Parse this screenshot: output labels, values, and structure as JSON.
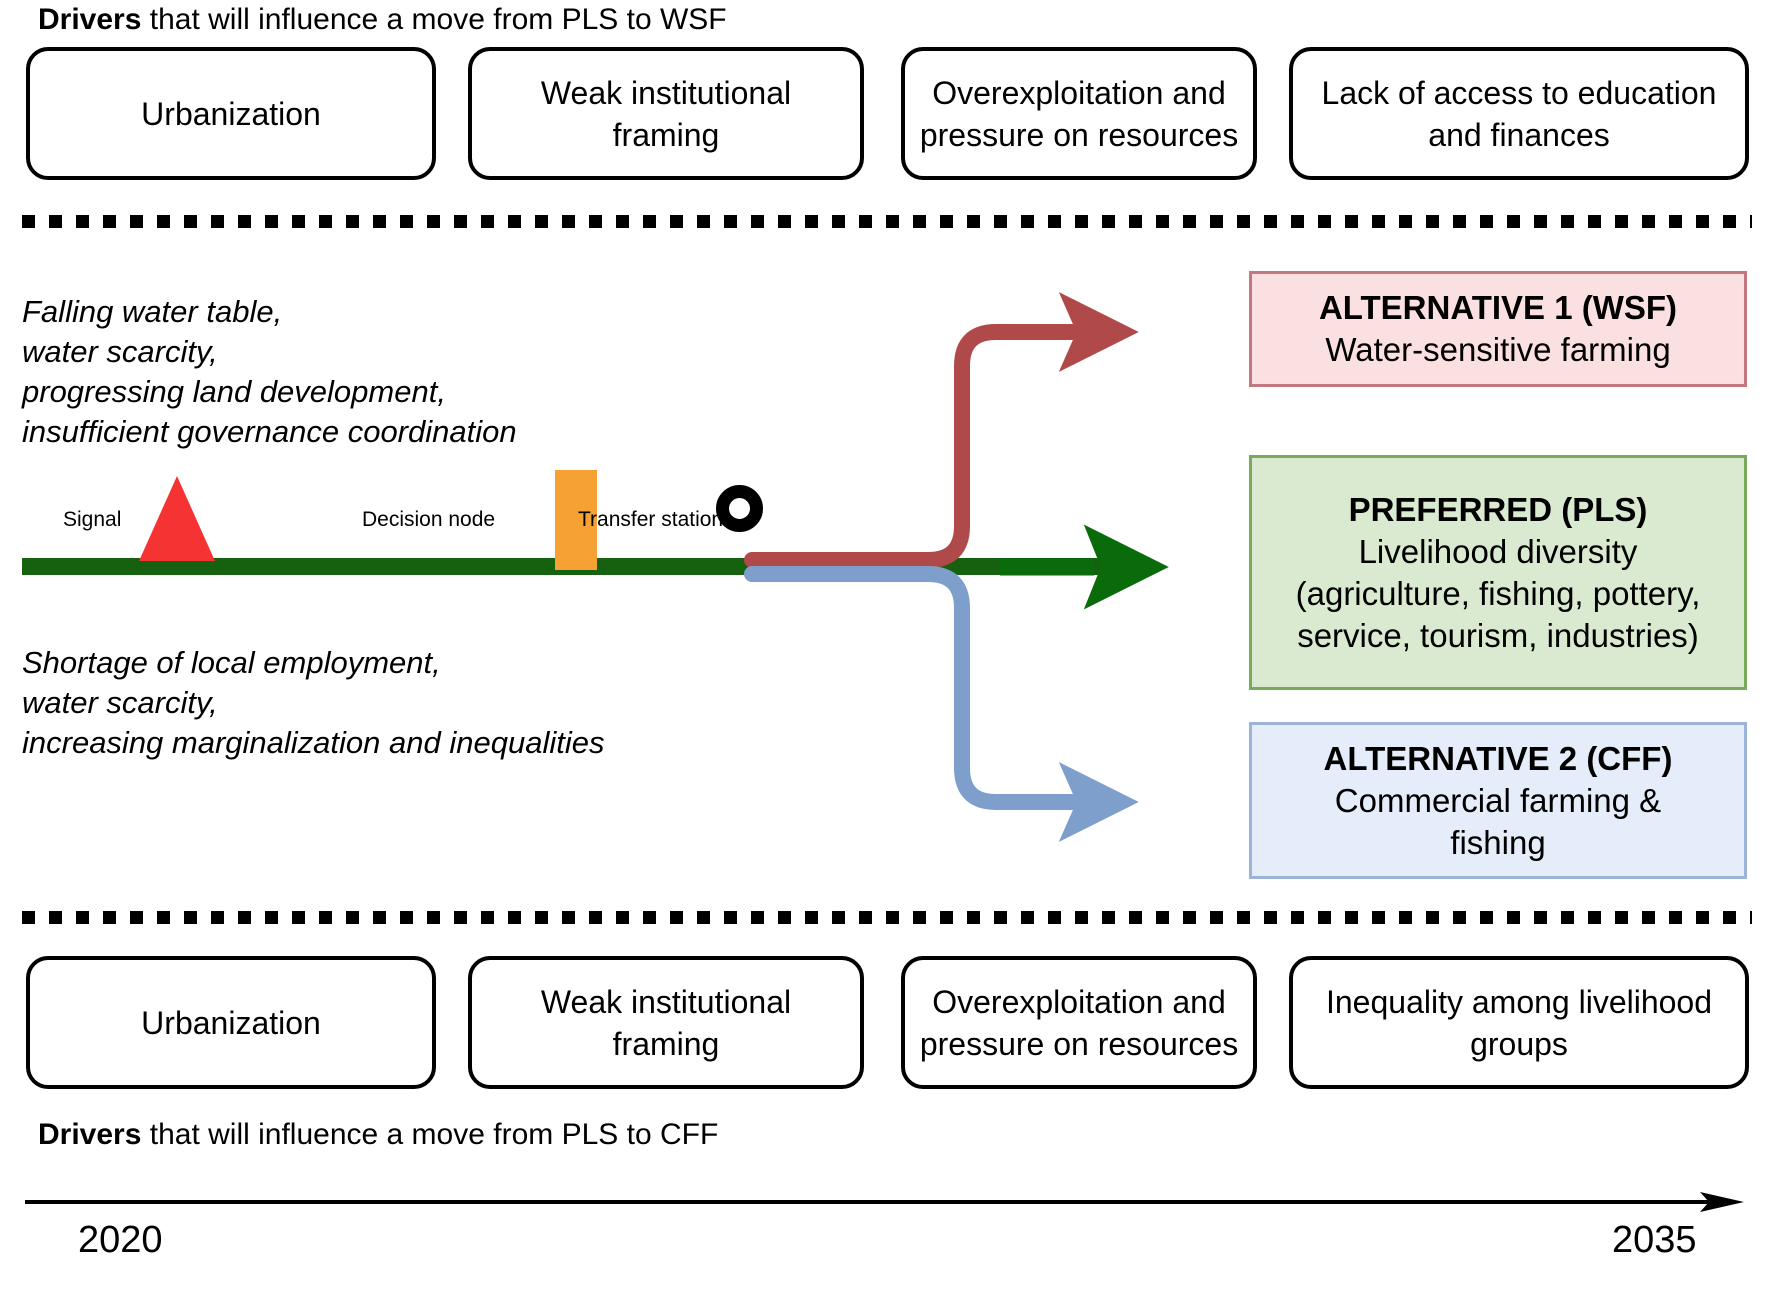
{
  "top_caption": {
    "bold": "Drivers",
    "rest": " that will influence a move from PLS to WSF"
  },
  "bottom_caption": {
    "bold": "Drivers",
    "rest": " that will influence a move from PLS to CFF"
  },
  "top_drivers": [
    {
      "label": "Urbanization"
    },
    {
      "label": "Weak institutional framing"
    },
    {
      "label": "Overexploitation and pressure on resources"
    },
    {
      "label": "Lack of access to education and finances"
    }
  ],
  "bottom_drivers": [
    {
      "label": "Urbanization"
    },
    {
      "label": "Weak institutional framing"
    },
    {
      "label": "Overexploitation and pressure on resources"
    },
    {
      "label": "Inequality among livelihood groups"
    }
  ],
  "upper_signals_text": "Falling water table,\nwater scarcity,\nprogressing land development,\ninsufficient governance coordination",
  "lower_signals_text": "Shortage of local employment,\nwater scarcity,\nincreasing marginalization and inequalities",
  "timeline": {
    "markers": [
      {
        "name": "signal",
        "label": "Signal"
      },
      {
        "name": "decision-node",
        "label": "Decision node"
      },
      {
        "name": "transfer-station",
        "label": "Transfer station"
      }
    ]
  },
  "outcomes": [
    {
      "key": "wsf",
      "title": "ALTERNATIVE 1 (WSF)",
      "desc": "Water-sensitive farming",
      "bg": "#fbe0e2",
      "border": "#c4777e"
    },
    {
      "key": "pls",
      "title": "PREFERRED (PLS)",
      "desc": "Livelihood diversity\n(agriculture, fishing, pottery,\nservice, tourism, industries)",
      "bg": "#d9ead0",
      "border": "#7aa85c"
    },
    {
      "key": "cff",
      "title": "ALTERNATIVE 2 (CFF)",
      "desc": "Commercial farming &\nfishing",
      "bg": "#e4edf9",
      "border": "#9cb4d8"
    }
  ],
  "years": {
    "start": "2020",
    "end": "2035"
  },
  "colors": {
    "timeline_green": "#15610f",
    "branch_red": "#b04a4a",
    "branch_blue": "#7e9fcb",
    "signal_red": "#f53333",
    "decision_orange": "#f5a133"
  }
}
